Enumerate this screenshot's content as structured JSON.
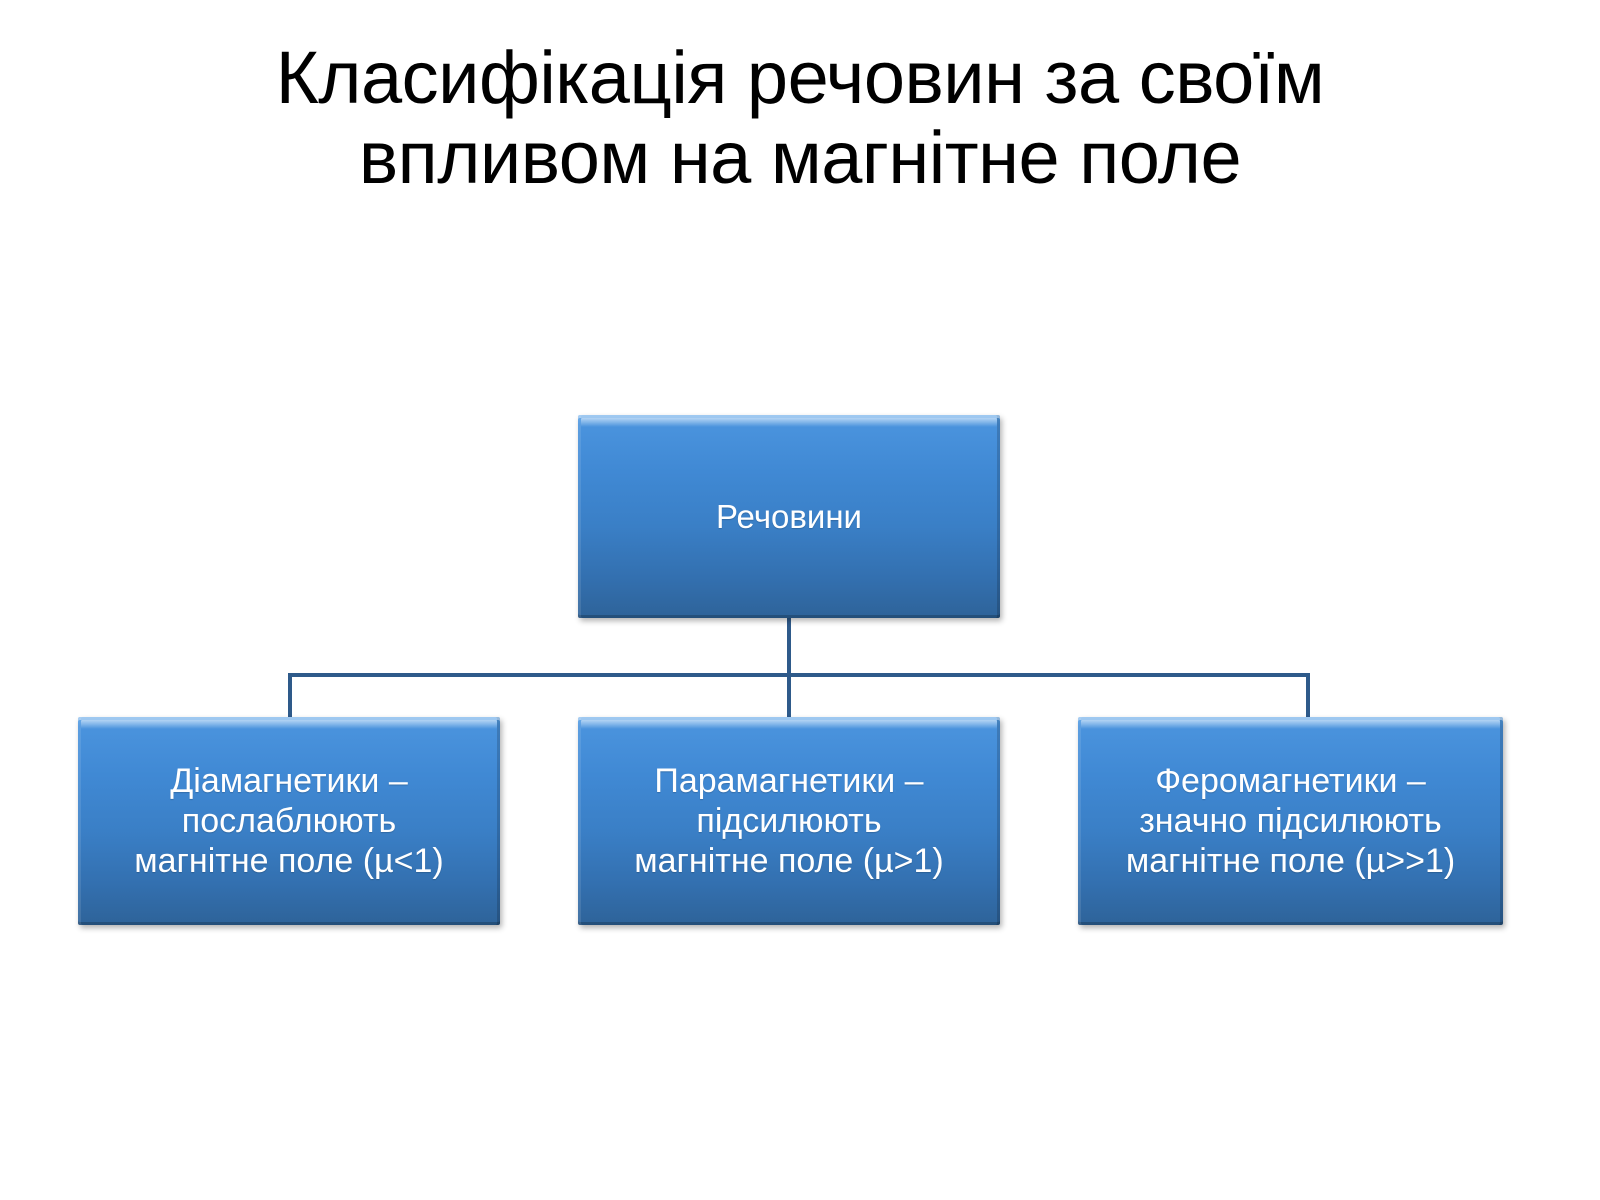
{
  "slide": {
    "title": "Класифікація речовин за своїм\nвпливом на магнітне поле",
    "background_color": "#ffffff",
    "title_color": "#000000"
  },
  "diagram": {
    "type": "hierarchy",
    "accent_color": "#4089d4",
    "connector_color": "#2e5a8a",
    "node_text_color": "#ffffff",
    "root": {
      "label": "Речовини"
    },
    "children": [
      {
        "label": "Діамагнетики –\nпослаблюють\nмагнітне поле (µ<1)"
      },
      {
        "label": "Парамагнетики –\nпідсилюють\nмагнітне поле (µ>1)"
      },
      {
        "label": "Феромагнетики –\nзначно підсилюють\nмагнітне поле (µ>>1)"
      }
    ]
  }
}
